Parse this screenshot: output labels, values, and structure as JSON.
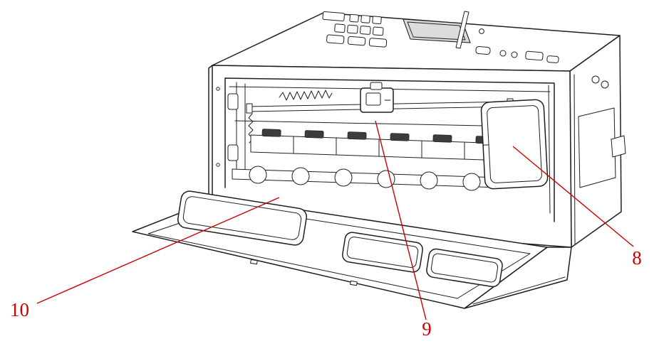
{
  "diagram": {
    "background": "#ffffff",
    "outline_color": "#1f1f1f",
    "leader_color": "#cc0000",
    "callouts": [
      {
        "label": "8",
        "points_to": "right-access-panel"
      },
      {
        "label": "9",
        "points_to": "carriage-latch"
      },
      {
        "label": "10",
        "points_to": "front-cover-tray"
      }
    ]
  }
}
